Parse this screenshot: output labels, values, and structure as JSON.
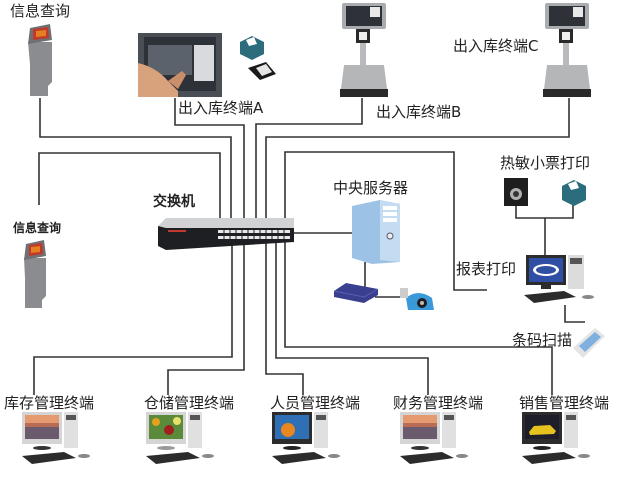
{
  "diagram": {
    "title": "Warehouse management network topology",
    "colors": {
      "wire": "#333333",
      "label": "#222222"
    },
    "labels": {
      "info_query_top": "信息查询",
      "info_query_left": "信息查询",
      "terminal_a": "出入库终端A",
      "terminal_b": "出入库终端B",
      "terminal_c": "出入库终端C",
      "switch": "交换机",
      "central_server": "中央服务器",
      "thermal_printer": "热敏小票打印",
      "report_print": "报表打印",
      "barcode_scan": "条码扫描",
      "inventory_terminal": "库存管理终端",
      "storage_terminal": "仓储管理终端",
      "personnel_terminal": "人员管理终端",
      "finance_terminal": "财务管理终端",
      "sales_terminal": "销售管理终端"
    },
    "devices": [
      {
        "id": "kiosk-top",
        "type": "info-kiosk-icon"
      },
      {
        "id": "kiosk-left",
        "type": "info-kiosk-icon"
      },
      {
        "id": "terminal-a",
        "type": "touchscreen-pos-icon"
      },
      {
        "id": "terminal-a-printer",
        "type": "receipt-printer-icon"
      },
      {
        "id": "terminal-a-card-reader",
        "type": "card-reader-icon"
      },
      {
        "id": "terminal-b",
        "type": "weighing-scale-icon"
      },
      {
        "id": "terminal-c",
        "type": "weighing-scale-icon"
      },
      {
        "id": "switch",
        "type": "network-switch-icon"
      },
      {
        "id": "server",
        "type": "server-tower-icon"
      },
      {
        "id": "modem",
        "type": "modem-icon"
      },
      {
        "id": "telephone",
        "type": "telephone-icon"
      },
      {
        "id": "speaker",
        "type": "speaker-icon"
      },
      {
        "id": "thermal-printer",
        "type": "receipt-printer-icon"
      },
      {
        "id": "report-pc",
        "type": "desktop-pc-icon"
      },
      {
        "id": "barcode-scanner",
        "type": "barcode-scanner-icon"
      },
      {
        "id": "pc-inventory",
        "type": "desktop-pc-icon"
      },
      {
        "id": "pc-storage",
        "type": "desktop-pc-icon"
      },
      {
        "id": "pc-personnel",
        "type": "desktop-pc-icon"
      },
      {
        "id": "pc-finance",
        "type": "desktop-pc-icon"
      },
      {
        "id": "pc-sales",
        "type": "desktop-pc-icon"
      }
    ]
  }
}
